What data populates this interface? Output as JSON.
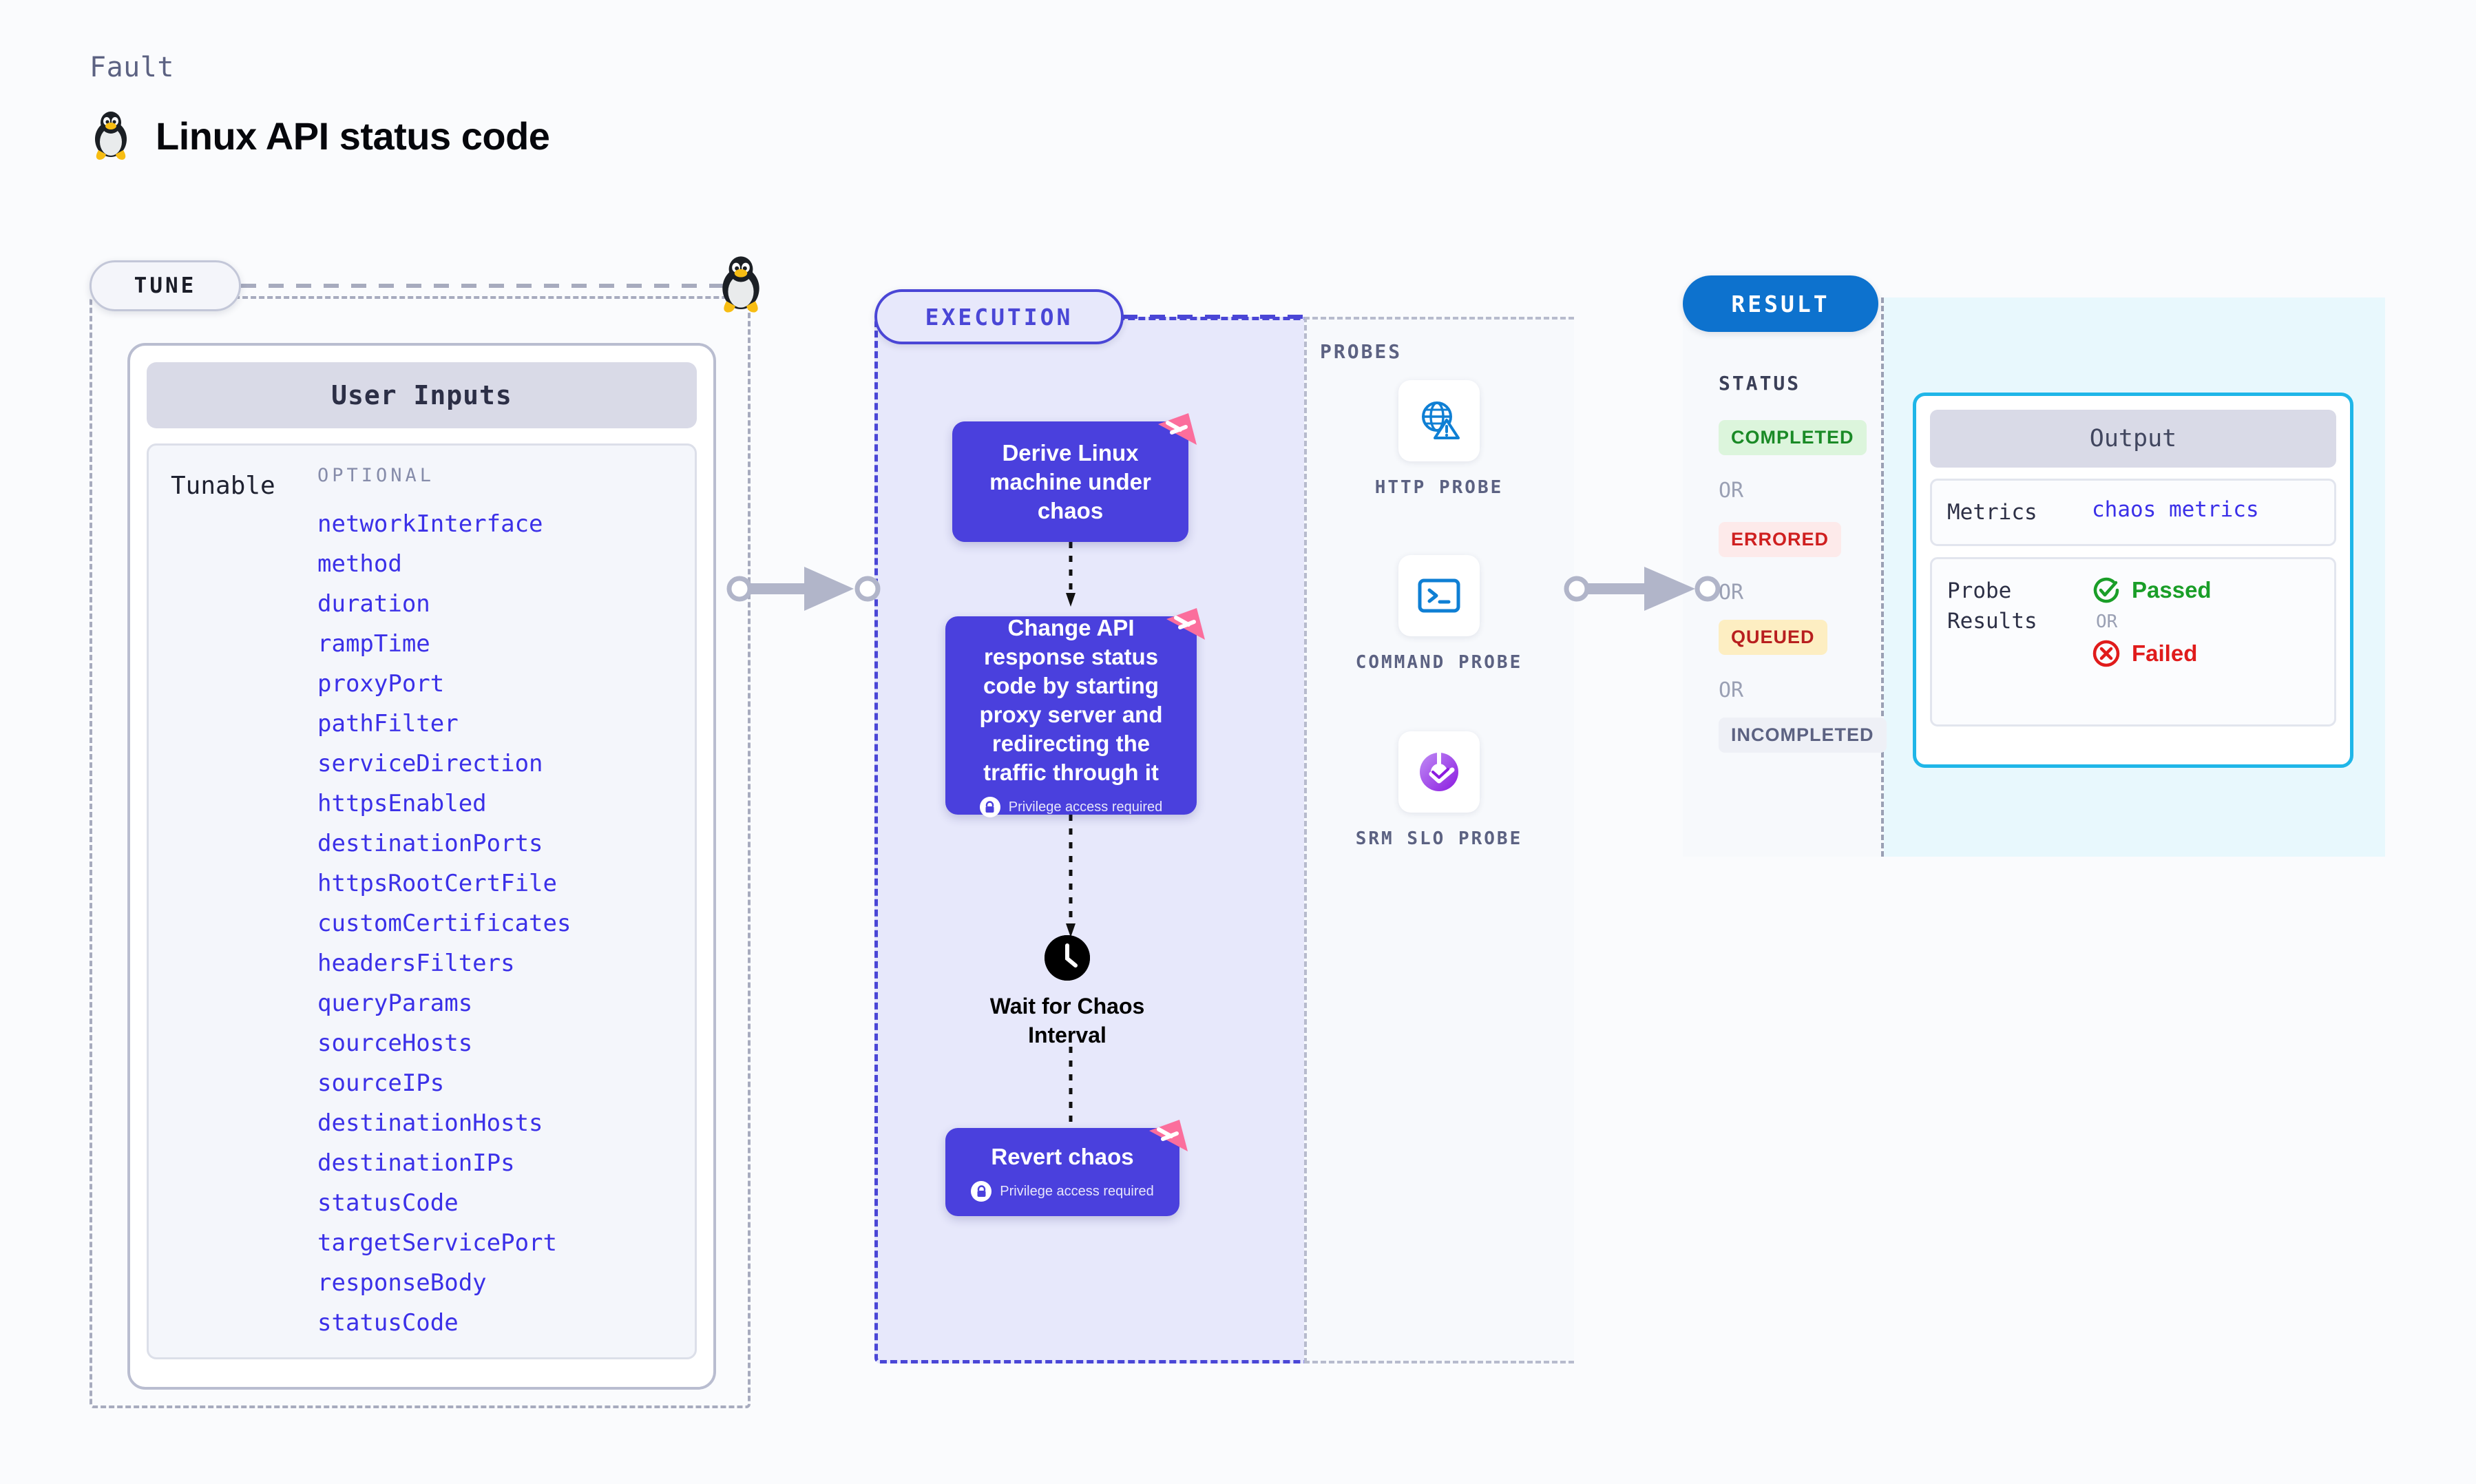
{
  "header": {
    "kicker": "Fault",
    "title": "Linux API status code",
    "icon": "linux-tux-icon"
  },
  "tune": {
    "badge": "TUNE",
    "card_title": "User Inputs",
    "tunable_label": "Tunable",
    "optional_label": "OPTIONAL",
    "params": [
      "networkInterface",
      "method",
      "duration",
      "rampTime",
      "proxyPort",
      "pathFilter",
      "serviceDirection",
      "httpsEnabled",
      "destinationPorts",
      "httpsRootCertFile",
      "customCertificates",
      "headersFilters",
      "queryParams",
      "sourceHosts",
      "sourceIPs",
      "destinationHosts",
      "destinationIPs",
      "statusCode",
      "targetServicePort",
      "responseBody",
      "statusCode"
    ]
  },
  "execution": {
    "badge": "EXECUTION",
    "nodes": [
      {
        "title": "Derive Linux machine under chaos",
        "privilege": null,
        "ribbon": true
      },
      {
        "title": "Change API response status code by starting proxy server and redirecting the traffic through it",
        "privilege": "Privilege access required",
        "ribbon": true
      },
      {
        "title": "Revert chaos",
        "privilege": "Privilege access required",
        "ribbon": true
      }
    ],
    "wait": {
      "label": "Wait for Chaos Interval",
      "icon": "clock-icon"
    }
  },
  "probes": {
    "title": "PROBES",
    "items": [
      {
        "label": "HTTP PROBE",
        "icon": "globe-warning-icon"
      },
      {
        "label": "COMMAND PROBE",
        "icon": "terminal-icon"
      },
      {
        "label": "SRM SLO PROBE",
        "icon": "slo-donut-check-icon"
      }
    ]
  },
  "result": {
    "badge": "RESULT",
    "status_title": "STATUS",
    "or_label": "OR",
    "statuses": [
      {
        "label": "COMPLETED",
        "color": "#1a8a26",
        "bg": "#dcf5dc"
      },
      {
        "label": "ERRORED",
        "color": "#cf2020",
        "bg": "#fdeaea"
      },
      {
        "label": "QUEUED",
        "color": "#b81f1f",
        "bg": "#fdeec2"
      },
      {
        "label": "INCOMPLETED",
        "color": "#5c6282",
        "bg": "#eef0f6"
      }
    ],
    "output": {
      "title": "Output",
      "metrics_key": "Metrics",
      "metrics_value": "chaos metrics",
      "probe_results_key": "Probe Results",
      "passed_label": "Passed",
      "failed_label": "Failed",
      "or_label": "OR",
      "passed_color": "#1a9e28",
      "failed_color": "#e01b1b"
    }
  },
  "colors": {
    "node_indigo": "#4a40dd",
    "exec_bg": "#e7e8fb",
    "result_blue": "#0d72ce",
    "output_cyan": "#1fb6e8",
    "ribbon_pink": "#fb6e9c",
    "param_blue": "#3b30e8"
  }
}
